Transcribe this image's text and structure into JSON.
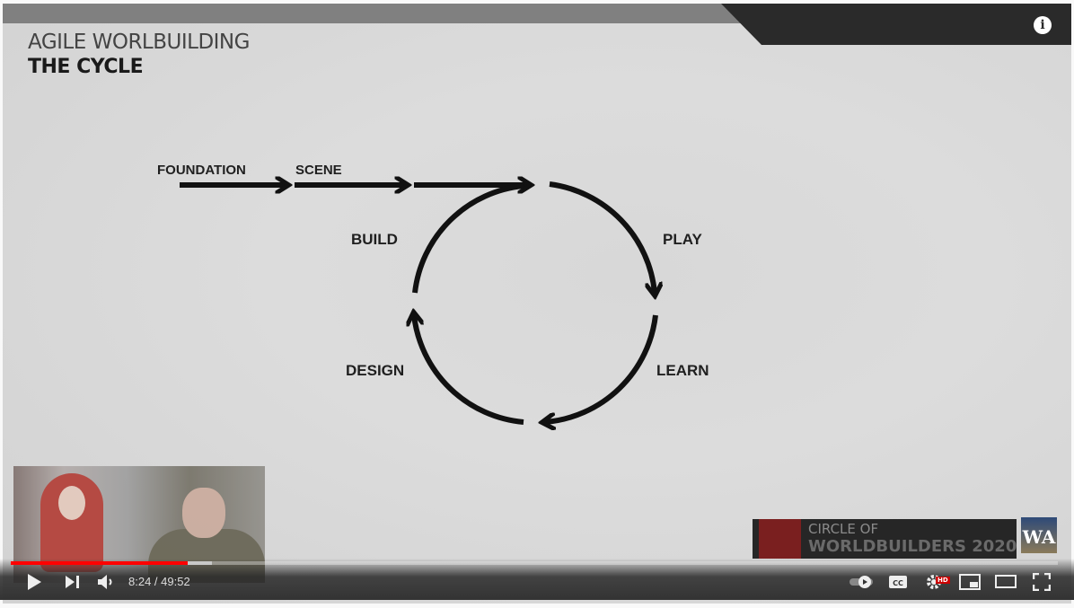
{
  "slide": {
    "title": "AGILE WORLBUILDING",
    "subtitle": "THE CYCLE",
    "labels": {
      "foundation": "FOUNDATION",
      "scene": "SCENE",
      "build": "BUILD",
      "play": "PLAY",
      "design": "DESIGN",
      "learn": "LEARN"
    }
  },
  "branding": {
    "line1": "CIRCLE OF",
    "line2": "WORLDBUILDERS 2020",
    "channel_logo": "WA"
  },
  "player": {
    "current_time": "8:24",
    "duration": "49:52",
    "time_display": "8:24 / 49:52",
    "progress_percent": 16.9,
    "buffered_percent": 19.2,
    "quality_badge": "HD",
    "accent_color": "#ff0000",
    "icons": [
      "play-icon",
      "next-icon",
      "volume-icon",
      "autoplay-toggle-icon",
      "captions-icon",
      "settings-icon",
      "miniplayer-icon",
      "theater-icon",
      "fullscreen-icon",
      "info-icon"
    ]
  }
}
